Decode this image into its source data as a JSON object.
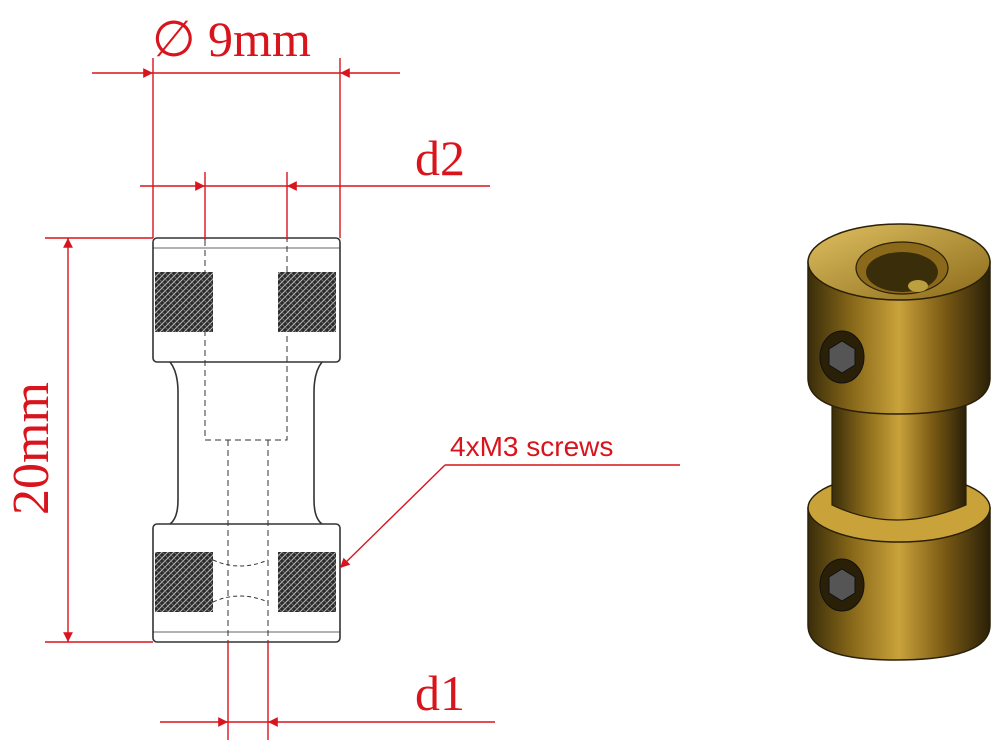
{
  "drawing": {
    "dim_diameter": "∅ 9mm",
    "dim_d2": "d2",
    "dim_d1": "d1",
    "dim_length": "20mm",
    "callout": "4xM3 screws"
  },
  "colors": {
    "dimension_red": "#d8141c",
    "outline": "#333333",
    "brass_light": "#c9a23a",
    "brass_dark": "#4a3a10"
  },
  "icons": {
    "coupler": "brass-shaft-coupler-3d-icon",
    "set_screw": "hex-socket-set-screw-icon"
  }
}
